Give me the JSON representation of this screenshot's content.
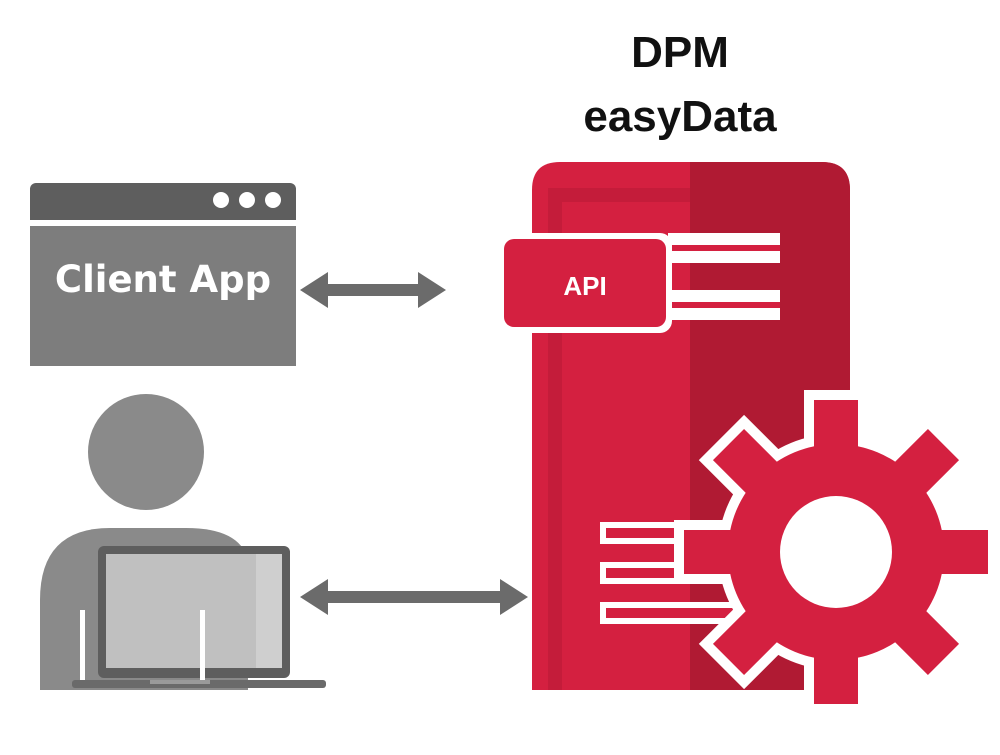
{
  "diagram": {
    "title_line1": "DPM",
    "title_line2": "easyData",
    "client_app_label": "Client App",
    "api_label": "API"
  },
  "icons": {
    "client_window": "browser-window-icon",
    "user": "person-with-laptop-icon",
    "server": "server-icon",
    "gear": "gear-icon",
    "arrows": "double-headed-arrow-icon"
  },
  "colors": {
    "primary_red": "#d42040",
    "dark_red": "#b01a33",
    "gray": "#7a7a7a",
    "light_gray": "#c8c8c8"
  }
}
